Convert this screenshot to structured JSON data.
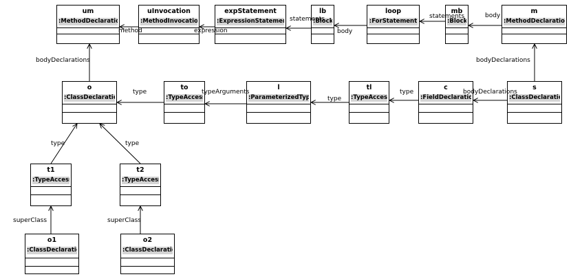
{
  "nodes": {
    "um": {
      "name": "um",
      "cls": ":MethodDeclaration"
    },
    "uinv": {
      "name": "uInvocation",
      "cls": ":MethodInvocation"
    },
    "exp": {
      "name": "expStatement",
      "cls": ":ExpressionStatement"
    },
    "lb": {
      "name": "lb",
      "cls": ":Block"
    },
    "loop": {
      "name": "loop",
      "cls": ":ForStatement"
    },
    "mb": {
      "name": "mb",
      "cls": ":Block"
    },
    "m": {
      "name": "m",
      "cls": ":MethodDeclaration"
    },
    "o": {
      "name": "o",
      "cls": ":ClassDeclaration"
    },
    "to": {
      "name": "to",
      "cls": ":TypeAccess"
    },
    "l": {
      "name": "l",
      "cls": ":ParameterizedType"
    },
    "tl": {
      "name": "tl",
      "cls": ":TypeAccess"
    },
    "c": {
      "name": "c",
      "cls": ":FieldDeclaration"
    },
    "s": {
      "name": "s",
      "cls": ":ClassDeclaration"
    },
    "t1": {
      "name": "t1",
      "cls": ":TypeAccess"
    },
    "t2": {
      "name": "t2",
      "cls": ":TypeAccess"
    },
    "o1": {
      "name": "o1",
      "cls": ":ClassDeclaration"
    },
    "o2": {
      "name": "o2",
      "cls": ":ClassDeclaration"
    }
  },
  "edges": {
    "uinv_um": "method",
    "exp_uinv": "expression",
    "lb_exp": "statements",
    "loop_lb": "body",
    "mb_loop": "statements",
    "m_mb": "body",
    "o_um": "bodyDeclarations",
    "s_m": "bodyDeclarations",
    "to_o": "type",
    "l_to": "typeArguments",
    "tl_l": "type",
    "c_tl": "type",
    "s_c": "bodyDeclarations",
    "t1_o": "type",
    "t2_o": "type",
    "o1_t1": "superClass",
    "o2_t2": "superClass"
  }
}
